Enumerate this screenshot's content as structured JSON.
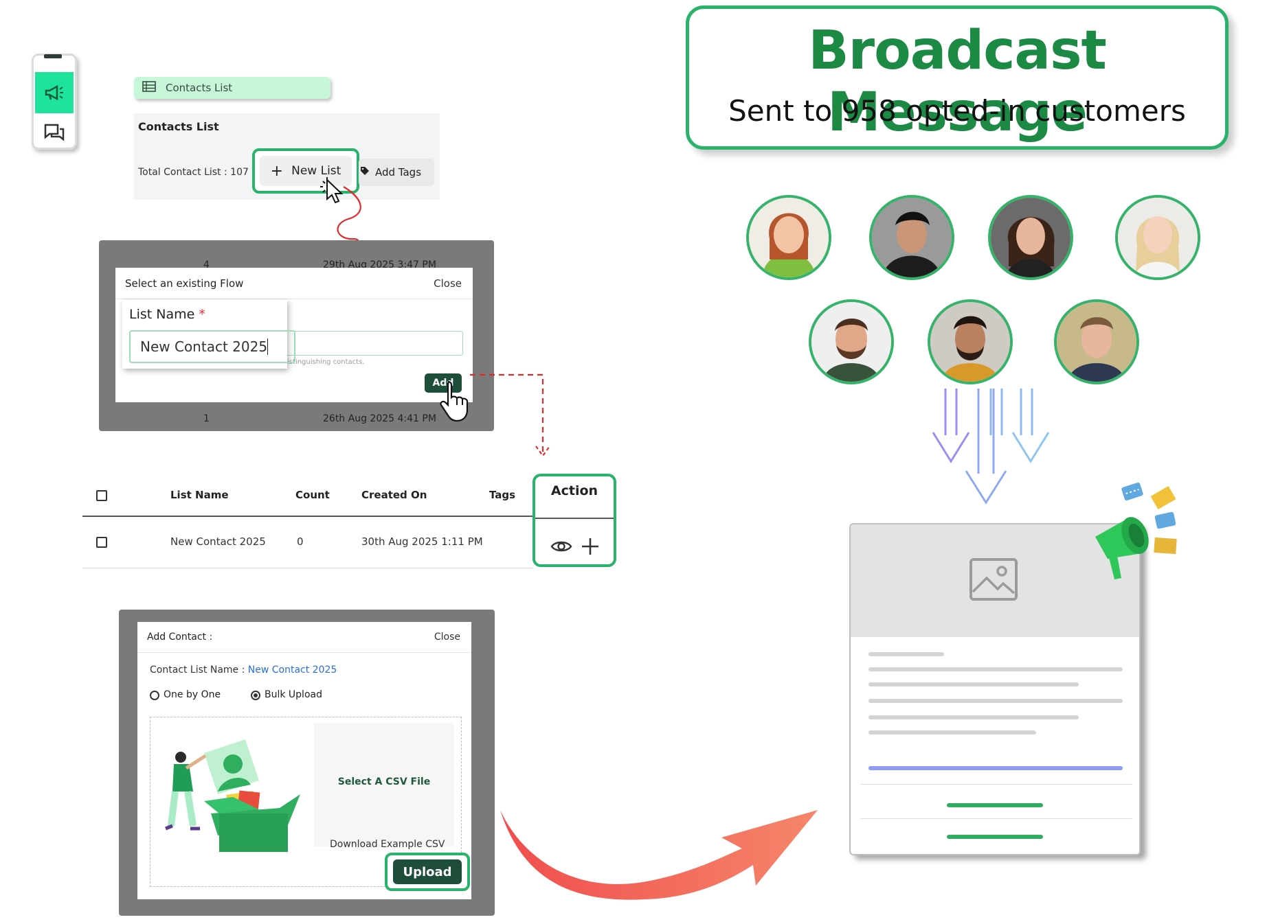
{
  "sidebar": {
    "icons": [
      "megaphone-icon",
      "chat-icon"
    ]
  },
  "contacts_header": {
    "label": "Contacts List"
  },
  "contacts_panel": {
    "title": "Contacts List",
    "total": "Total Contact List : 107",
    "new_list": "New List",
    "add_tags": "Add Tags"
  },
  "modal_list": {
    "bg_row_top_num": "4",
    "bg_row_top_date": "29th Aug 2025 3:47 PM",
    "bg_row_bottom_num": "1",
    "bg_row_bottom_date": "26th Aug 2025 4:41 PM",
    "header": "Select an existing Flow",
    "close": "Close",
    "field_label": "List Name",
    "required": "*",
    "field_value": "New Contact 2025",
    "hint": "istinguishing contacts.",
    "add": "Add"
  },
  "table": {
    "headers": [
      "List Name",
      "Count",
      "Created On",
      "Tags",
      "Action"
    ],
    "row": {
      "name": "New Contact 2025",
      "count": "0",
      "created": "30th Aug 2025 1:11 PM"
    }
  },
  "modal_add": {
    "header": "Add Contact :",
    "close": "Close",
    "list_label": "Contact List Name :",
    "list_value": "New Contact 2025",
    "option_one": "One by One",
    "option_bulk": "Bulk Upload",
    "select_csv": "Select A CSV File",
    "download": "Download Example CSV",
    "upload": "Upload"
  },
  "broadcast": {
    "title": "Broadcast Message",
    "subtitle": "Sent to 958 opted-in customers"
  },
  "colors": {
    "brand_green": "#29b36a",
    "dark_green": "#1e4d3a",
    "accent": "#1ee39b",
    "arrow_red": "#f26b5b"
  }
}
